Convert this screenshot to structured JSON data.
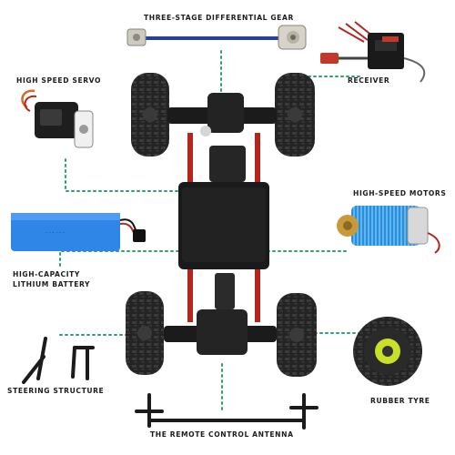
{
  "labels": {
    "differential": "THREE-STAGE DIFFERENTIAL GEAR",
    "servo": "HIGH SPEED SERVO",
    "receiver": "RECEIVER",
    "motors": "HIGH-SPEED MOTORS",
    "battery_line1": "HIGH-CAPACITY",
    "battery_line2": "LITHIUM BATTERY",
    "steering": "STEERING STRUCTURE",
    "antenna": "THE REMOTE CONTROL ANTENNA",
    "tyre": "RUBBER TYRE"
  },
  "colors": {
    "leader": "#2aa36b",
    "label_text": "#1c1c1c",
    "chassis": "#1b1b1b",
    "tire": "#222222",
    "accent_red": "#b3261e",
    "motor_blue": "#2a8fd8",
    "battery_blue": "#2f86e6",
    "rim_yellow": "#c8e02a"
  }
}
